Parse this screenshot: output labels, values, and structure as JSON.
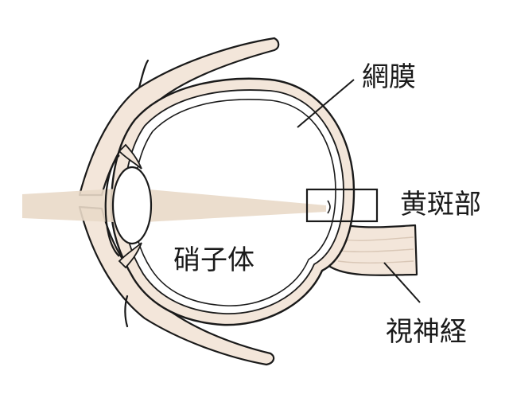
{
  "labels": {
    "retina": "網膜",
    "macula": "黄斑部",
    "vitreous": "硝子体",
    "optic_nerve": "視神経"
  },
  "colors": {
    "line": "#1a1a1a",
    "fill_tan": "#f3e6da",
    "light_ray": "#e9d9c8",
    "background": "#ffffff"
  }
}
